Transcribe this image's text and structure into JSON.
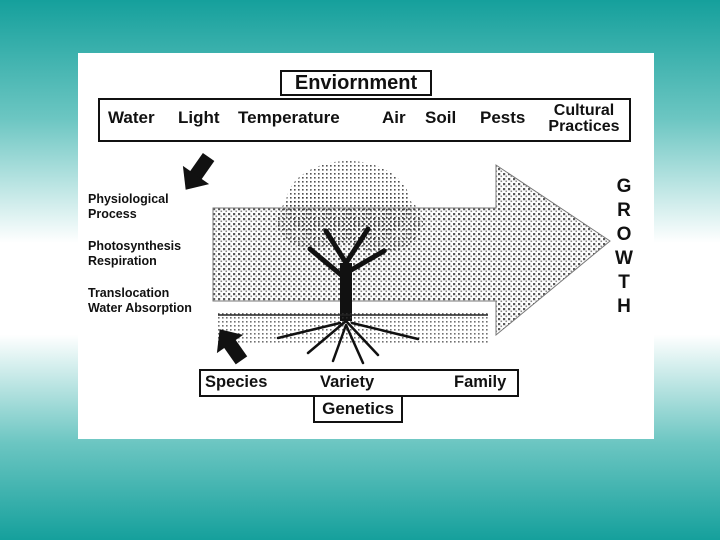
{
  "environment": {
    "title": "Enviornment",
    "factors": [
      "Water",
      "Light",
      "Temperature",
      "Air",
      "Soil",
      "Pests"
    ],
    "cultural": [
      "Cultural",
      "Practices"
    ]
  },
  "processes": {
    "physiological": [
      "Physiological",
      "Process"
    ],
    "photo": [
      "Photosynthesis",
      "Respiration"
    ],
    "trans": [
      "Translocation",
      "Water Absorption"
    ]
  },
  "genetics": {
    "title": "Genetics",
    "items": [
      "Species",
      "Variety",
      "Family"
    ]
  },
  "growth_letters": [
    "G",
    "R",
    "O",
    "W",
    "T",
    "H"
  ],
  "colors": {
    "background_teal": "#15a09c",
    "ink": "#111111"
  },
  "icons": [
    "arrow-down-icon",
    "arrow-up-icon",
    "tree-icon",
    "growth-arrow-icon"
  ]
}
